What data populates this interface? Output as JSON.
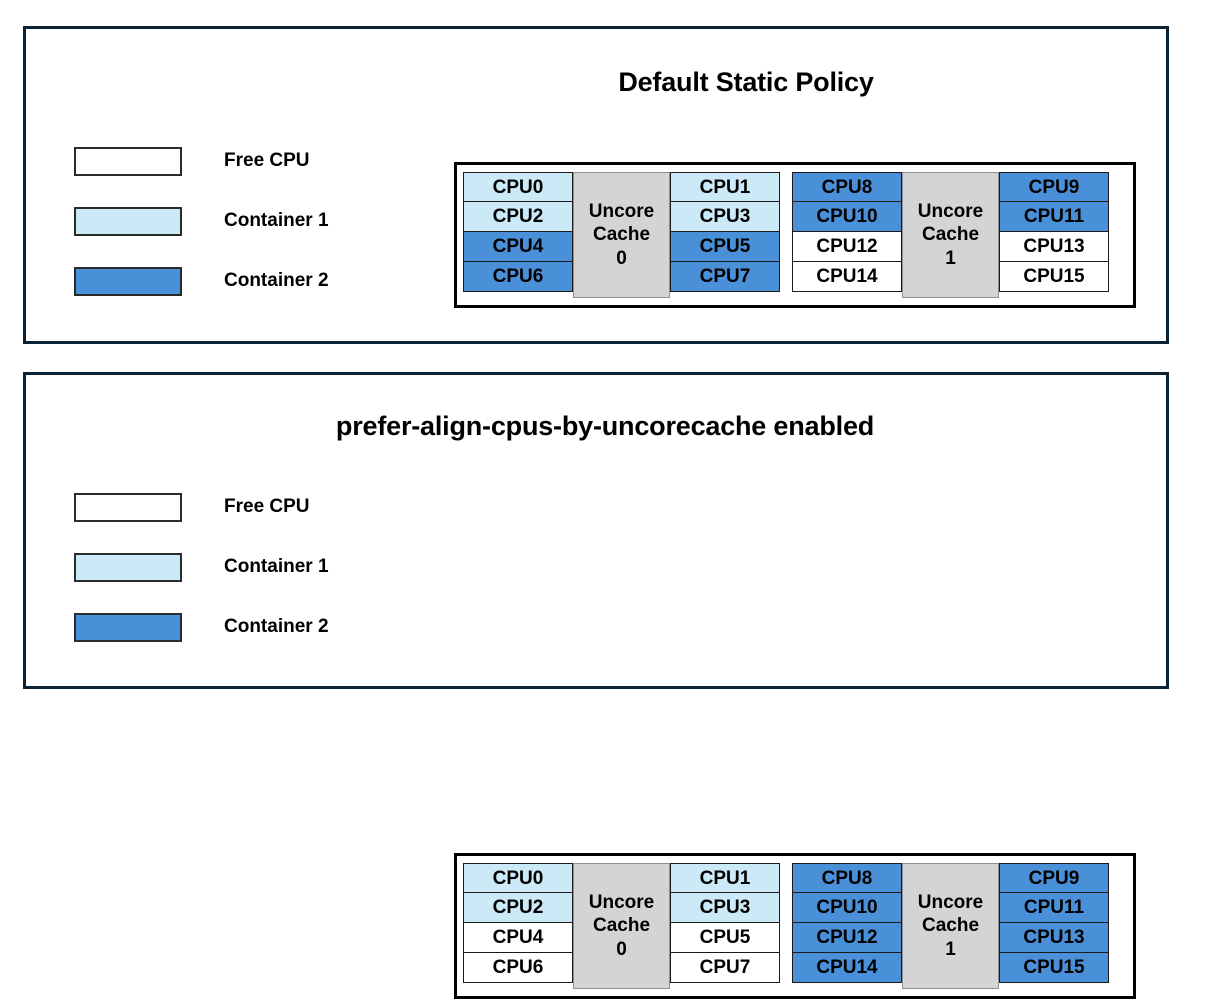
{
  "colors": {
    "free_cpu": "#ffffff",
    "container_1": "#cce9f7",
    "container_2": "#4a90d9",
    "cache_block": "#d4d4d4",
    "panel_border": "#0d2333",
    "cell_border": "#1a1a1a"
  },
  "legend": {
    "items": [
      {
        "label": "Free CPU",
        "fill": "free"
      },
      {
        "label": "Container 1",
        "fill": "c1"
      },
      {
        "label": "Container 2",
        "fill": "c2"
      }
    ]
  },
  "panels": [
    {
      "title": "Default Static Policy",
      "cache_groups": [
        {
          "cache_label_line1": "Uncore",
          "cache_label_line2": "Cache",
          "cache_label_line3": "0",
          "left_column": [
            {
              "label": "CPU0",
              "fill": "c1"
            },
            {
              "label": "CPU2",
              "fill": "c1"
            },
            {
              "label": "CPU4",
              "fill": "c2"
            },
            {
              "label": "CPU6",
              "fill": "c2"
            }
          ],
          "right_column": [
            {
              "label": "CPU1",
              "fill": "c1"
            },
            {
              "label": "CPU3",
              "fill": "c1"
            },
            {
              "label": "CPU5",
              "fill": "c2"
            },
            {
              "label": "CPU7",
              "fill": "c2"
            }
          ]
        },
        {
          "cache_label_line1": "Uncore",
          "cache_label_line2": "Cache",
          "cache_label_line3": "1",
          "left_column": [
            {
              "label": "CPU8",
              "fill": "c2"
            },
            {
              "label": "CPU10",
              "fill": "c2"
            },
            {
              "label": "CPU12",
              "fill": "free"
            },
            {
              "label": "CPU14",
              "fill": "free"
            }
          ],
          "right_column": [
            {
              "label": "CPU9",
              "fill": "c2"
            },
            {
              "label": "CPU11",
              "fill": "c2"
            },
            {
              "label": "CPU13",
              "fill": "free"
            },
            {
              "label": "CPU15",
              "fill": "free"
            }
          ]
        }
      ]
    },
    {
      "title": "prefer-align-cpus-by-uncorecache enabled",
      "cache_groups": [
        {
          "cache_label_line1": "Uncore",
          "cache_label_line2": "Cache",
          "cache_label_line3": "0",
          "left_column": [
            {
              "label": "CPU0",
              "fill": "c1"
            },
            {
              "label": "CPU2",
              "fill": "c1"
            },
            {
              "label": "CPU4",
              "fill": "free"
            },
            {
              "label": "CPU6",
              "fill": "free"
            }
          ],
          "right_column": [
            {
              "label": "CPU1",
              "fill": "c1"
            },
            {
              "label": "CPU3",
              "fill": "c1"
            },
            {
              "label": "CPU5",
              "fill": "free"
            },
            {
              "label": "CPU7",
              "fill": "free"
            }
          ]
        },
        {
          "cache_label_line1": "Uncore",
          "cache_label_line2": "Cache",
          "cache_label_line3": "1",
          "left_column": [
            {
              "label": "CPU8",
              "fill": "c2"
            },
            {
              "label": "CPU10",
              "fill": "c2"
            },
            {
              "label": "CPU12",
              "fill": "c2"
            },
            {
              "label": "CPU14",
              "fill": "c2"
            }
          ],
          "right_column": [
            {
              "label": "CPU9",
              "fill": "c2"
            },
            {
              "label": "CPU11",
              "fill": "c2"
            },
            {
              "label": "CPU13",
              "fill": "c2"
            },
            {
              "label": "CPU15",
              "fill": "c2"
            }
          ]
        }
      ]
    }
  ]
}
